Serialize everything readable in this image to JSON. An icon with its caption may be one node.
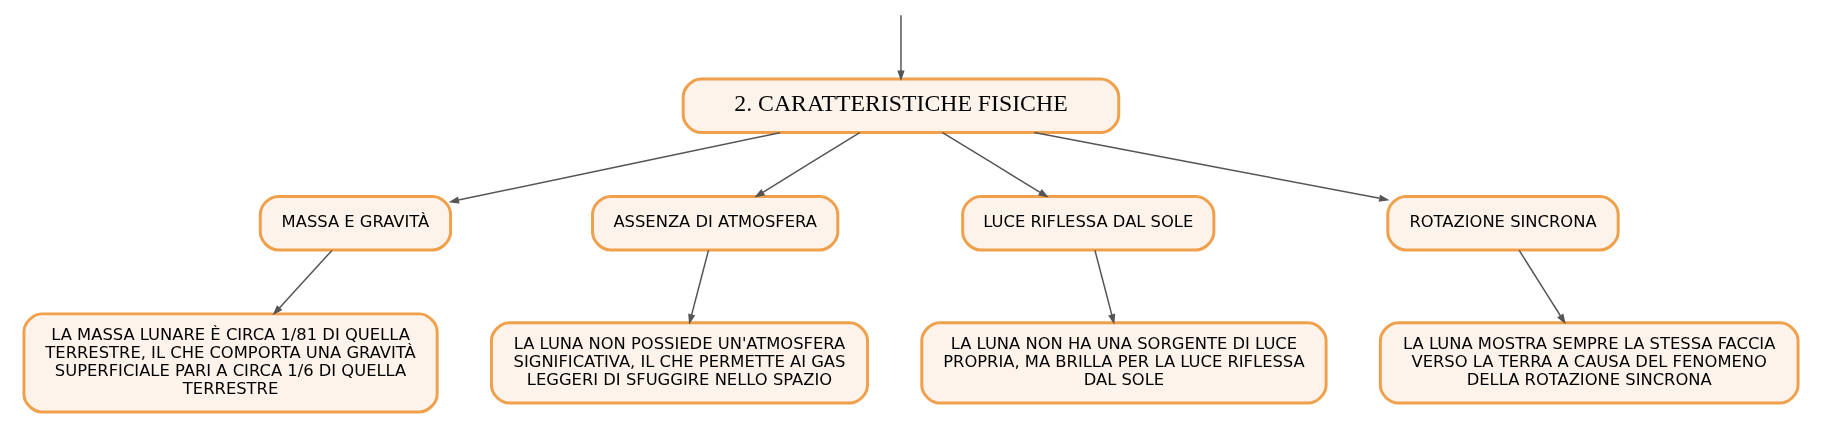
{
  "diagram": {
    "nodes": [
      {
        "text": [
          "2. CARATTERISTICHE FISICHE"
        ]
      },
      {
        "text": [
          "MASSA E GRAVITÀ"
        ]
      },
      {
        "text": [
          "ASSENZA DI ATMOSFERA"
        ]
      },
      {
        "text": [
          "LUCE RIFLESSA DAL SOLE"
        ]
      },
      {
        "text": [
          "ROTAZIONE SINCRONA"
        ]
      },
      {
        "text": [
          "LA MASSA LUNARE È CIRCA 1/81 DI QUELLA TERRESTRE, IL CHE COMPORTA UNA GRAVITÀ SUPERFICIALE PARI A CIRCA 1/6 DI QUELLA TERRESTRE"
        ]
      },
      {
        "text": [
          "LA LUNA NON POSSIEDE UN'ATMOSFERA SIGNIFICATIVA, IL CHE PERMETTE AI GAS LEGGERI DI SFUGGIRE NELLO SPAZIO"
        ]
      },
      {
        "text": [
          "LA LUNA NON HA UNA SORGENTE DI LUCE PROPRIA, MA BRILLA PER LA LUCE RIFLESSA DAL SOLE"
        ]
      },
      {
        "text": [
          "LA LUNA MOSTRA SEMPRE LA STESSA FACCIA VERSO LA TERRA A CAUSA DEL FENOMENO DELLA ROTAZIONE SINCRONA"
        ]
      }
    ],
    "edges": [
      {
        "from": null,
        "to": 0,
        "arrow": "to"
      },
      {
        "from": 0,
        "to": 1,
        "arrow": "to"
      },
      {
        "from": 0,
        "to": 2,
        "arrow": "to"
      },
      {
        "from": 0,
        "to": 3,
        "arrow": "to"
      },
      {
        "from": 0,
        "to": 4,
        "arrow": "to"
      },
      {
        "from": 1,
        "to": 5,
        "arrow": "to"
      },
      {
        "from": 2,
        "to": 6,
        "arrow": "to"
      },
      {
        "from": 3,
        "to": 7,
        "arrow": "to"
      },
      {
        "from": 4,
        "to": 8,
        "arrow": "to"
      }
    ]
  }
}
